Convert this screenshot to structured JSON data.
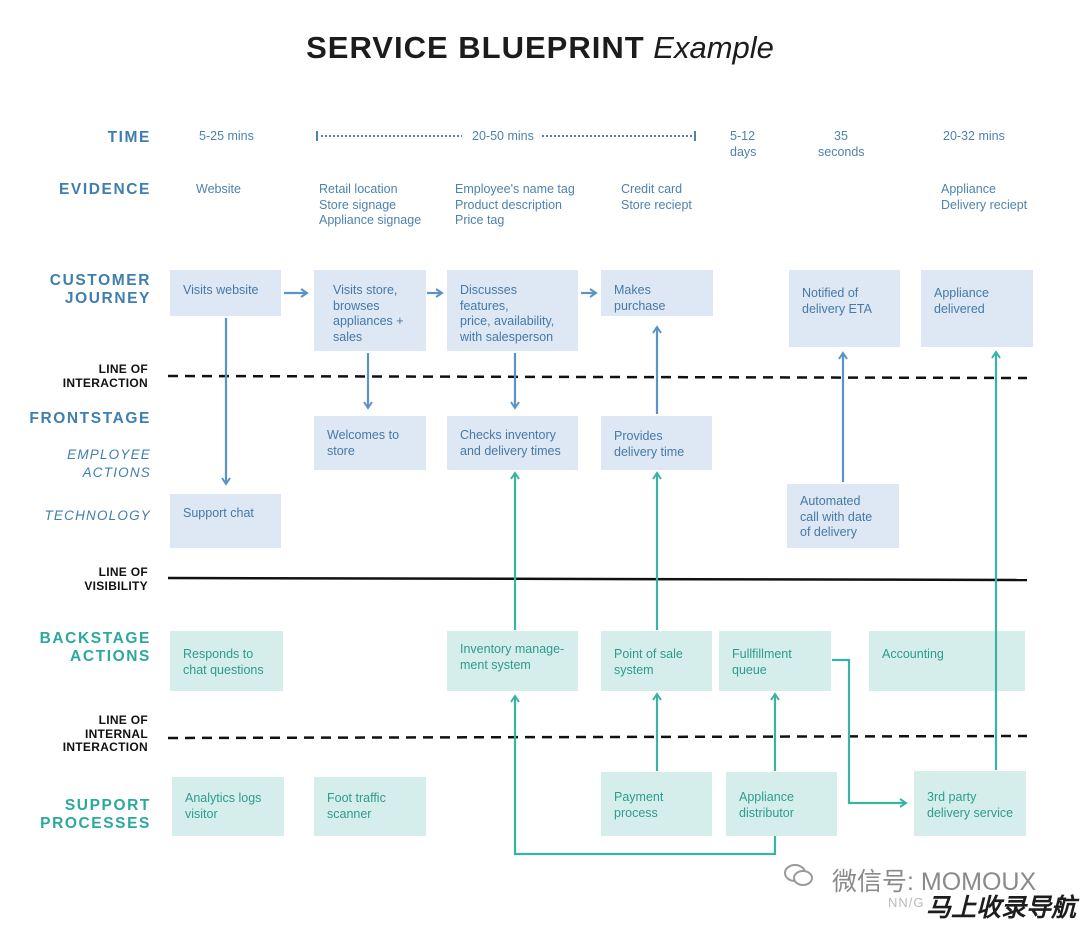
{
  "title": {
    "bold": "SERVICE BLUEPRINT",
    "italic": "Example"
  },
  "lanes": {
    "time": "TIME",
    "evidence": "EVIDENCE",
    "customer_journey": "CUSTOMER\nJOURNEY",
    "frontstage": "FRONTSTAGE",
    "employee_actions": "EMPLOYEE\nACTIONS",
    "technology": "TECHNOLOGY",
    "backstage": "BACKSTAGE\nACTIONS",
    "support": "SUPPORT\nPROCESSES"
  },
  "lines": {
    "interaction": "LINE OF\nINTERACTION",
    "visibility": "LINE OF\nVISIBILITY",
    "internal": "LINE OF\nINTERNAL\nINTERACTION"
  },
  "time": {
    "t1": "5-25 mins",
    "t2": "20-50 mins",
    "t3": "5-12\ndays",
    "t4": "35\nseconds",
    "t5": "20-32 mins"
  },
  "evidence": {
    "e1": "Website",
    "e2": "Retail location\nStore signage\nAppliance signage",
    "e3": "Employee's name tag\nProduct description\nPrice tag",
    "e4": "Credit card\nStore reciept",
    "e5": "Appliance\nDelivery reciept"
  },
  "customer": {
    "c1": "Visits website",
    "c2": "Visits store,\nbrowses\nappliances +\nsales",
    "c3": "Discusses features,\nprice, availability,\nwith salesperson",
    "c4": "Makes purchase",
    "c5": "Notified of\ndelivery ETA",
    "c6": "Appliance\ndelivered"
  },
  "frontstage": {
    "f1": "Welcomes to\nstore",
    "f2": "Checks inventory\nand delivery times",
    "f3": "Provides\ndelivery time"
  },
  "technology": {
    "k1": "Support chat",
    "k2": "Automated\ncall with date\nof delivery"
  },
  "backstage": {
    "b1": "Responds to\nchat questions",
    "b2": "Inventory manage-\nment system",
    "b3": "Point of sale\nsystem",
    "b4": "Fullfillment\nqueue",
    "b5": "Accounting"
  },
  "support": {
    "s1": "Analytics logs\nvisitor",
    "s2": "Foot traffic\nscanner",
    "s3": "Payment\nprocess",
    "s4": "Appliance\ndistributor",
    "s5": "3rd party\ndelivery service"
  },
  "watermark": {
    "wechat": "微信号: MOMOUX",
    "slogan": "马上收录导航",
    "nng": "NN/G"
  },
  "colors": {
    "blue_text": "#4679a6",
    "blue_box": "#dde8f4",
    "teal_text": "#2e9b8f",
    "teal_box": "#d6eeeb",
    "blue_arrow": "#5b93c6",
    "teal_arrow": "#39b3a4"
  }
}
